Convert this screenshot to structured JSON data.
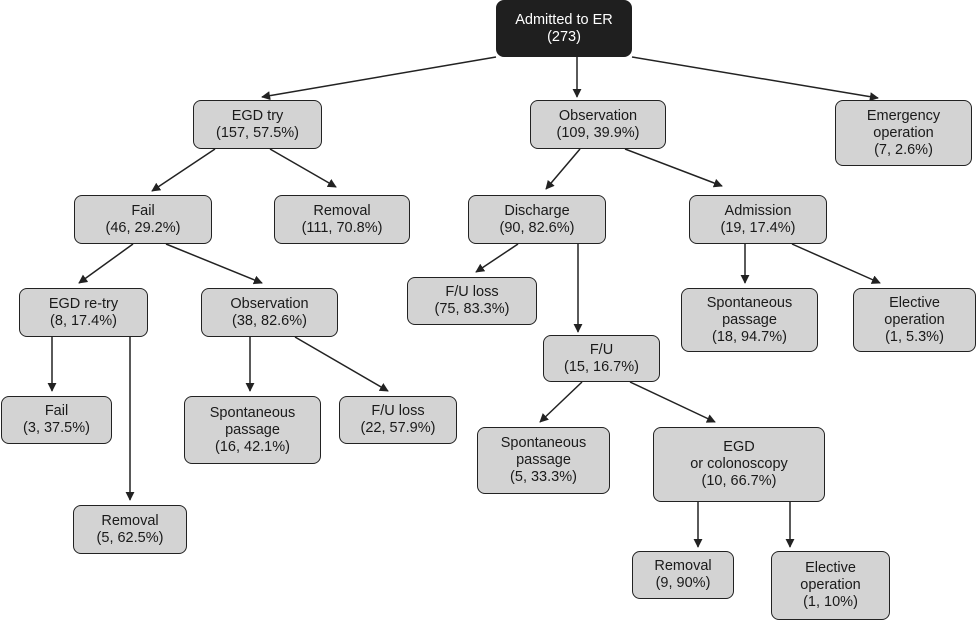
{
  "colors": {
    "node_fill": "#d3d3d3",
    "root_fill": "#1f1f1f",
    "stroke": "#222222"
  },
  "nodes": {
    "root": [
      "Admitted to ER",
      "(273)"
    ],
    "egd_try": [
      "EGD try",
      "(157, 57.5%)"
    ],
    "observation": [
      "Observation",
      "(109, 39.9%)"
    ],
    "emergency_operation": [
      "Emergency",
      "operation",
      "(7, 2.6%)"
    ],
    "fail_1": [
      "Fail",
      "(46, 29.2%)"
    ],
    "removal_1": [
      "Removal",
      "(111, 70.8%)"
    ],
    "discharge": [
      "Discharge",
      "(90, 82.6%)"
    ],
    "admission": [
      "Admission",
      "(19, 17.4%)"
    ],
    "egd_retry": [
      "EGD re-try",
      "(8, 17.4%)"
    ],
    "observation_2": [
      "Observation",
      "(38, 82.6%)"
    ],
    "fu_loss_1": [
      "F/U loss",
      "(75, 83.3%)"
    ],
    "spont_passage_adm": [
      "Spontaneous",
      "passage",
      "(18, 94.7%)"
    ],
    "elective_op_adm": [
      "Elective",
      "operation",
      "(1, 5.3%)"
    ],
    "fu": [
      "F/U",
      "(15, 16.7%)"
    ],
    "fail_2": [
      "Fail",
      "(3, 37.5%)"
    ],
    "spont_passage_obs": [
      "Spontaneous",
      "passage",
      "(16, 42.1%)"
    ],
    "fu_loss_2": [
      "F/U loss",
      "(22, 57.9%)"
    ],
    "spont_passage_fu": [
      "Spontaneous",
      "passage",
      "(5, 33.3%)"
    ],
    "egd_colonoscopy": [
      "EGD",
      "or colonoscopy",
      "(10, 66.7%)"
    ],
    "removal_2": [
      "Removal",
      "(5, 62.5%)"
    ],
    "removal_3": [
      "Removal",
      "(9, 90%)"
    ],
    "elective_op_fu": [
      "Elective",
      "operation",
      "(1, 10%)"
    ]
  }
}
